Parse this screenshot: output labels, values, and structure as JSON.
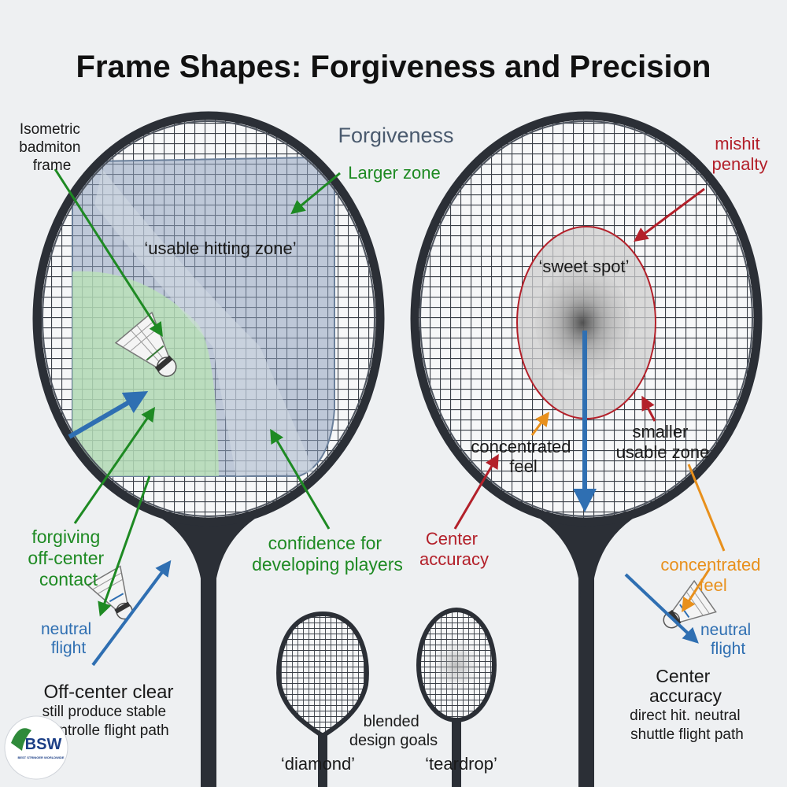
{
  "title": "Frame Shapes: Forgiveness and Precision",
  "left_panel": {
    "frame_label": [
      "Isometric",
      "badmiton",
      "frame"
    ],
    "heading": "Forgiveness",
    "larger_zone": "Larger zone",
    "usable_zone": "‘usable hitting zone’",
    "forgiving": [
      "forgiving",
      "off-center",
      "contact"
    ],
    "confidence": [
      "confidence for",
      "developing players"
    ],
    "neutral_flight": [
      "neutral",
      "flight"
    ],
    "caption_bold": "Off-center clear",
    "caption_lines": [
      "still produce stable",
      "controlle flight path"
    ]
  },
  "right_panel": {
    "mishit_penalty": [
      "mishit",
      "penalty"
    ],
    "sweet_spot": "‘sweet spot’",
    "concentrated_feel_dark": [
      "concentrated",
      "feel"
    ],
    "smaller_zone": [
      "smaller",
      "usable zone"
    ],
    "center_accuracy_red": [
      "Center",
      "accuracy"
    ],
    "concentrated_feel_orange": [
      "concentrated",
      "feel"
    ],
    "neutral_flight": [
      "neutral",
      "flight"
    ],
    "caption_bold": [
      "Center",
      "accuracy"
    ],
    "caption_lines": [
      "direct hit. neutral",
      "shuttle flight path"
    ]
  },
  "bottom": {
    "blended": [
      "blended",
      "design goals"
    ],
    "diamond": "‘diamond’",
    "teardrop": "‘teardrop’"
  },
  "logo": {
    "text": "BSW",
    "subtext": "BEST STRINGER WORLDWIDE"
  },
  "colors": {
    "frame": "#2b2f36",
    "green": "#1e8a23",
    "red": "#b3202a",
    "orange": "#e8901c",
    "blue": "#2f6fb2",
    "zone_blue": "#8fa3bd",
    "zone_green": "#b9e6b4"
  }
}
